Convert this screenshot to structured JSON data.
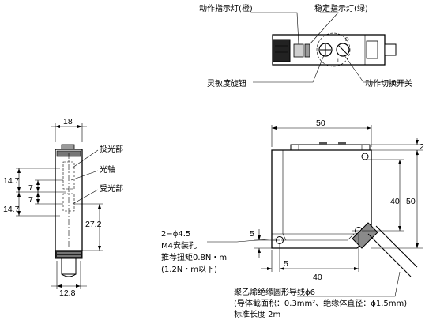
{
  "top_view": {
    "label_operation_indicator": "动作指示灯(橙)",
    "label_stability_indicator": "稳定指示灯(绿)",
    "label_sensitivity_knob": "灵敏度旋钮",
    "label_mode_switch": "动作切换开关"
  },
  "side_view": {
    "label_emitter": "投光部",
    "label_optical_axis": "光轴",
    "label_receiver": "受光部",
    "dim_width": "18",
    "dim_14_7_upper": "14.7",
    "dim_7_upper": "7",
    "dim_7_lower": "7",
    "dim_14_7_lower": "14.7",
    "dim_27_2": "27.2",
    "dim_12_8": "12.8"
  },
  "front_view": {
    "dim_50_width": "50",
    "dim_2": "2",
    "dim_40_height": "40",
    "dim_50_height": "50",
    "dim_5_vertical": "5",
    "dim_5_horizontal": "5",
    "dim_40_width": "40",
    "mount_line1": "2−ϕ4.5",
    "mount_line2": "M4安装孔",
    "mount_line3": "推荐扭矩0.8N・m",
    "mount_line4": "(1.2N・m以下)",
    "cable_line1": "聚乙烯绝缘圆形导线ϕ6",
    "cable_line2": "(导体截面积：0.3mm²、绝缘体直径：ϕ1.5mm)",
    "cable_line3": "标准长度 2m"
  }
}
